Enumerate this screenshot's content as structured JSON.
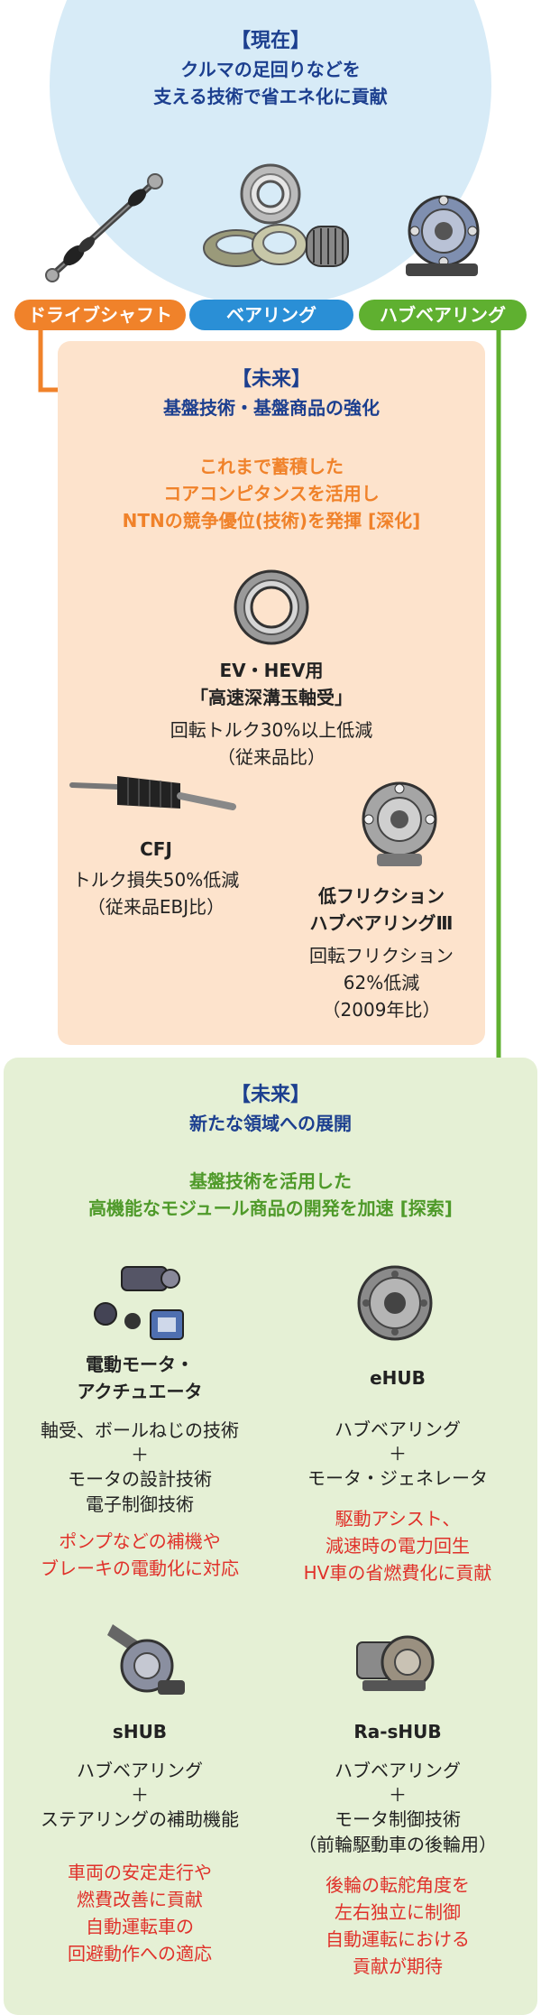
{
  "present": {
    "heading": "【現在】",
    "line1": "クルマの足回りなどを",
    "line2": "支える技術で省エネ化に貢献"
  },
  "categories": [
    {
      "label": "ドライブシャフト",
      "color": "#f0822a"
    },
    {
      "label": "ベアリング",
      "color": "#2a8fd6"
    },
    {
      "label": "ハブベアリング",
      "color": "#5fb030"
    }
  ],
  "future1": {
    "heading": "【未来】",
    "subheading": "基盤技術・基盤商品の強化",
    "lead_lines": [
      "これまで蓄積した",
      "コアコンピタンスを活用し",
      "NTNの競争優位(技術)を発揮 [深化]"
    ],
    "products": [
      {
        "title_lines": [
          "EV・HEV用",
          "「高速深溝玉軸受」"
        ],
        "desc_lines": [
          "回転トルク30%以上低減",
          "（従来品比）"
        ]
      },
      {
        "title_lines": [
          "CFJ"
        ],
        "desc_lines": [
          "トルク損失50%低減",
          "（従来品EBJ比）"
        ]
      },
      {
        "title_lines": [
          "低フリクション",
          "ハブベアリングⅢ"
        ],
        "desc_lines": [
          "回転フリクション",
          "62%低減",
          "（2009年比）"
        ]
      }
    ]
  },
  "future2": {
    "heading": "【未来】",
    "subheading": "新たな領域への展開",
    "lead_lines": [
      "基盤技術を活用した",
      "高機能なモジュール商品の開発を加速 [探索]"
    ],
    "products": [
      {
        "title_lines": [
          "電動モータ・",
          "アクチュエータ"
        ],
        "desc_lines": [
          "軸受、ボールねじの技術",
          "＋",
          "モータの設計技術",
          "電子制御技術"
        ],
        "benefit_lines": [
          "ポンプなどの補機や",
          "ブレーキの電動化に対応"
        ]
      },
      {
        "title_lines": [
          "eHUB"
        ],
        "desc_lines": [
          "ハブベアリング",
          "＋",
          "モータ・ジェネレータ"
        ],
        "benefit_lines": [
          "駆動アシスト、",
          "減速時の電力回生",
          "HV車の省燃費化に貢献"
        ]
      },
      {
        "title_lines": [
          "sHUB"
        ],
        "desc_lines": [
          "ハブベアリング",
          "＋",
          "ステアリングの補助機能"
        ],
        "benefit_lines": [
          "車両の安定走行や",
          "燃費改善に貢献",
          "自動運転車の",
          "回避動作への適応"
        ]
      },
      {
        "title_lines": [
          "Ra-sHUB"
        ],
        "desc_lines": [
          "ハブベアリング",
          "＋",
          "モータ制御技術",
          "（前輪駆動車の後輪用）"
        ],
        "benefit_lines": [
          "後輪の転舵角度を",
          "左右独立に制御",
          "自動運転における",
          "貢献が期待"
        ]
      }
    ]
  },
  "colors": {
    "navy": "#1c3f8f",
    "orange": "#f0822a",
    "green": "#4f9a2a",
    "red": "#e0312a",
    "blue_circle": "#d7ebf7",
    "orange_panel": "#fde3cc",
    "green_panel": "#e5f0d5"
  }
}
